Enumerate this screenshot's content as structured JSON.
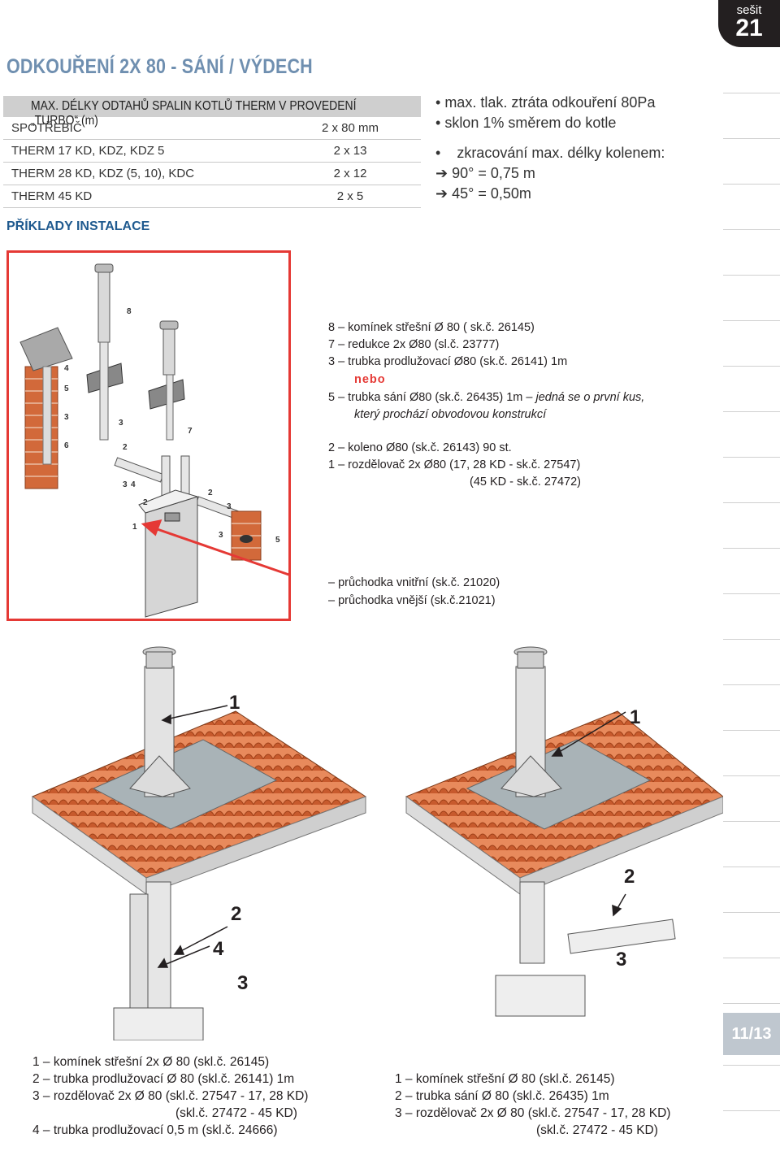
{
  "header": {
    "badge_top": "sešit",
    "badge_num": "21",
    "title": "ODKOUŘENÍ 2X 80 - SÁNÍ / VÝDECH"
  },
  "table": {
    "heading": "MAX. DÉLKY ODTAHŮ SPALIN KOTLŮ THERM V PROVEDENÍ „TURBO“ (m)",
    "rows": [
      {
        "name": "SPOTŘEBIČ",
        "value": "2 x 80 mm"
      },
      {
        "name": "THERM 17 KD, KDZ, KDZ 5",
        "value": "2 x 13"
      },
      {
        "name": "THERM 28 KD, KDZ (5, 10), KDC",
        "value": "2 x 12"
      },
      {
        "name": "THERM 45 KD",
        "value": "2 x 5"
      }
    ]
  },
  "examples_heading": "PŘÍKLADY INSTALACE",
  "notes": {
    "n1": "max. tlak. ztráta odkouření 80Pa",
    "n2": "sklon 1% směrem do kotle",
    "n3": "zkracování max. délky kolenem:",
    "n4": "90° = 0,75 m",
    "n5": "45° = 0,50m"
  },
  "legend": {
    "l8": "8   –  komínek střešní  Ø 80 ( sk.č. 26145)",
    "l7": "7   –  redukce 2x Ø80 (sl.č. 23777)",
    "l3": "3   –  trubka prodlužovací Ø80 (sk.č. 26141) 1m",
    "nebo": "nebo",
    "l5": "5   –  trubka sání Ø80  (sk.č. 26435) 1m",
    "l5b": "– jedná se o první kus,",
    "l5c": "který prochází obvodovou konstrukcí",
    "l2": "2   –  koleno Ø80 (sk.č. 26143) 90 st.",
    "l1": "1   –  rozdělovač 2x  Ø80 (17, 28 KD - sk.č. 27547)",
    "l1b": "(45 KD - sk.č. 27472)",
    "p1": "–  průchodka vnitřní (sk.č. 21020)",
    "p2": "–  průchodka vnější (sk.č.21021)"
  },
  "diagram_labels": {
    "a1": "1",
    "b1": "1",
    "b2": "2",
    "b3": "3",
    "a2": "2",
    "a4": "4",
    "a3": "3"
  },
  "small_labels": [
    "8",
    "7",
    "3",
    "2",
    "3",
    "4",
    "2",
    "3",
    "2",
    "1",
    "3",
    "5",
    "4",
    "5",
    "6",
    "3"
  ],
  "page_tab": "11/13",
  "list_left": {
    "i1": "1  –  komínek střešní 2x Ø 80 (skl.č. 26145)",
    "i2": "2  –  trubka prodlužovací Ø 80 (skl.č. 26141) 1m",
    "i3": "3  –  rozdělovač 2x Ø 80 (skl.č. 27547 - 17, 28 KD)",
    "i3b": "(skl.č. 27472 - 45 KD)",
    "i4": "4  –  trubka prodlužovací 0,5 m (skl.č. 24666)"
  },
  "list_right": {
    "i1": "1  –  komínek střešní  Ø 80 (skl.č. 26145)",
    "i2": "2  –  trubka sání Ø 80 (skl.č. 26435) 1m",
    "i3": "3  –  rozdělovač 2x Ø 80 (skl.č. 27547 - 17, 28 KD)",
    "i3b": "(skl.č. 27472 - 45 KD)"
  },
  "colors": {
    "title": "#6f8fb0",
    "accent_red": "#e53935",
    "heading_blue": "#1f5a8f",
    "tile": "#e07a4e"
  }
}
